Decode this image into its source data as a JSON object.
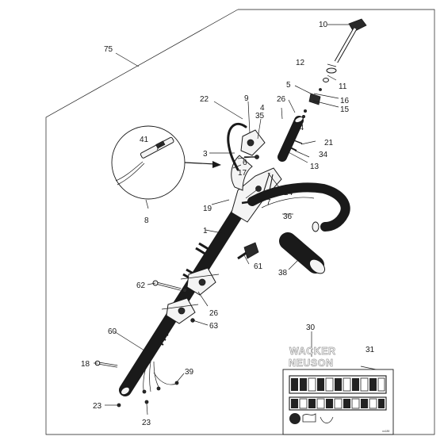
{
  "labels": {
    "p1": "1",
    "p3": "3",
    "p4": "4",
    "p5": "5",
    "p6": "6",
    "p7": "7",
    "p8": "8",
    "p9": "9",
    "p10": "10",
    "p11": "11",
    "p12": "12",
    "p13": "13",
    "p14": "14",
    "p15": "15",
    "p16": "16",
    "p17": "17",
    "p18": "18",
    "p19": "19",
    "p21": "21",
    "p22": "22",
    "p23a": "23",
    "p23b": "23",
    "p24": "24",
    "p26a": "26",
    "p26b": "26",
    "p30": "30",
    "p31": "31",
    "p34": "34",
    "p35": "35",
    "p36": "36",
    "p38": "38",
    "p39": "39",
    "p41": "41",
    "p60": "60",
    "p61": "61",
    "p62": "62",
    "p63": "63",
    "p75": "75"
  },
  "brand": {
    "line1": "WACKER",
    "line2": "NEUSON"
  },
  "decal_code": "xx189"
}
